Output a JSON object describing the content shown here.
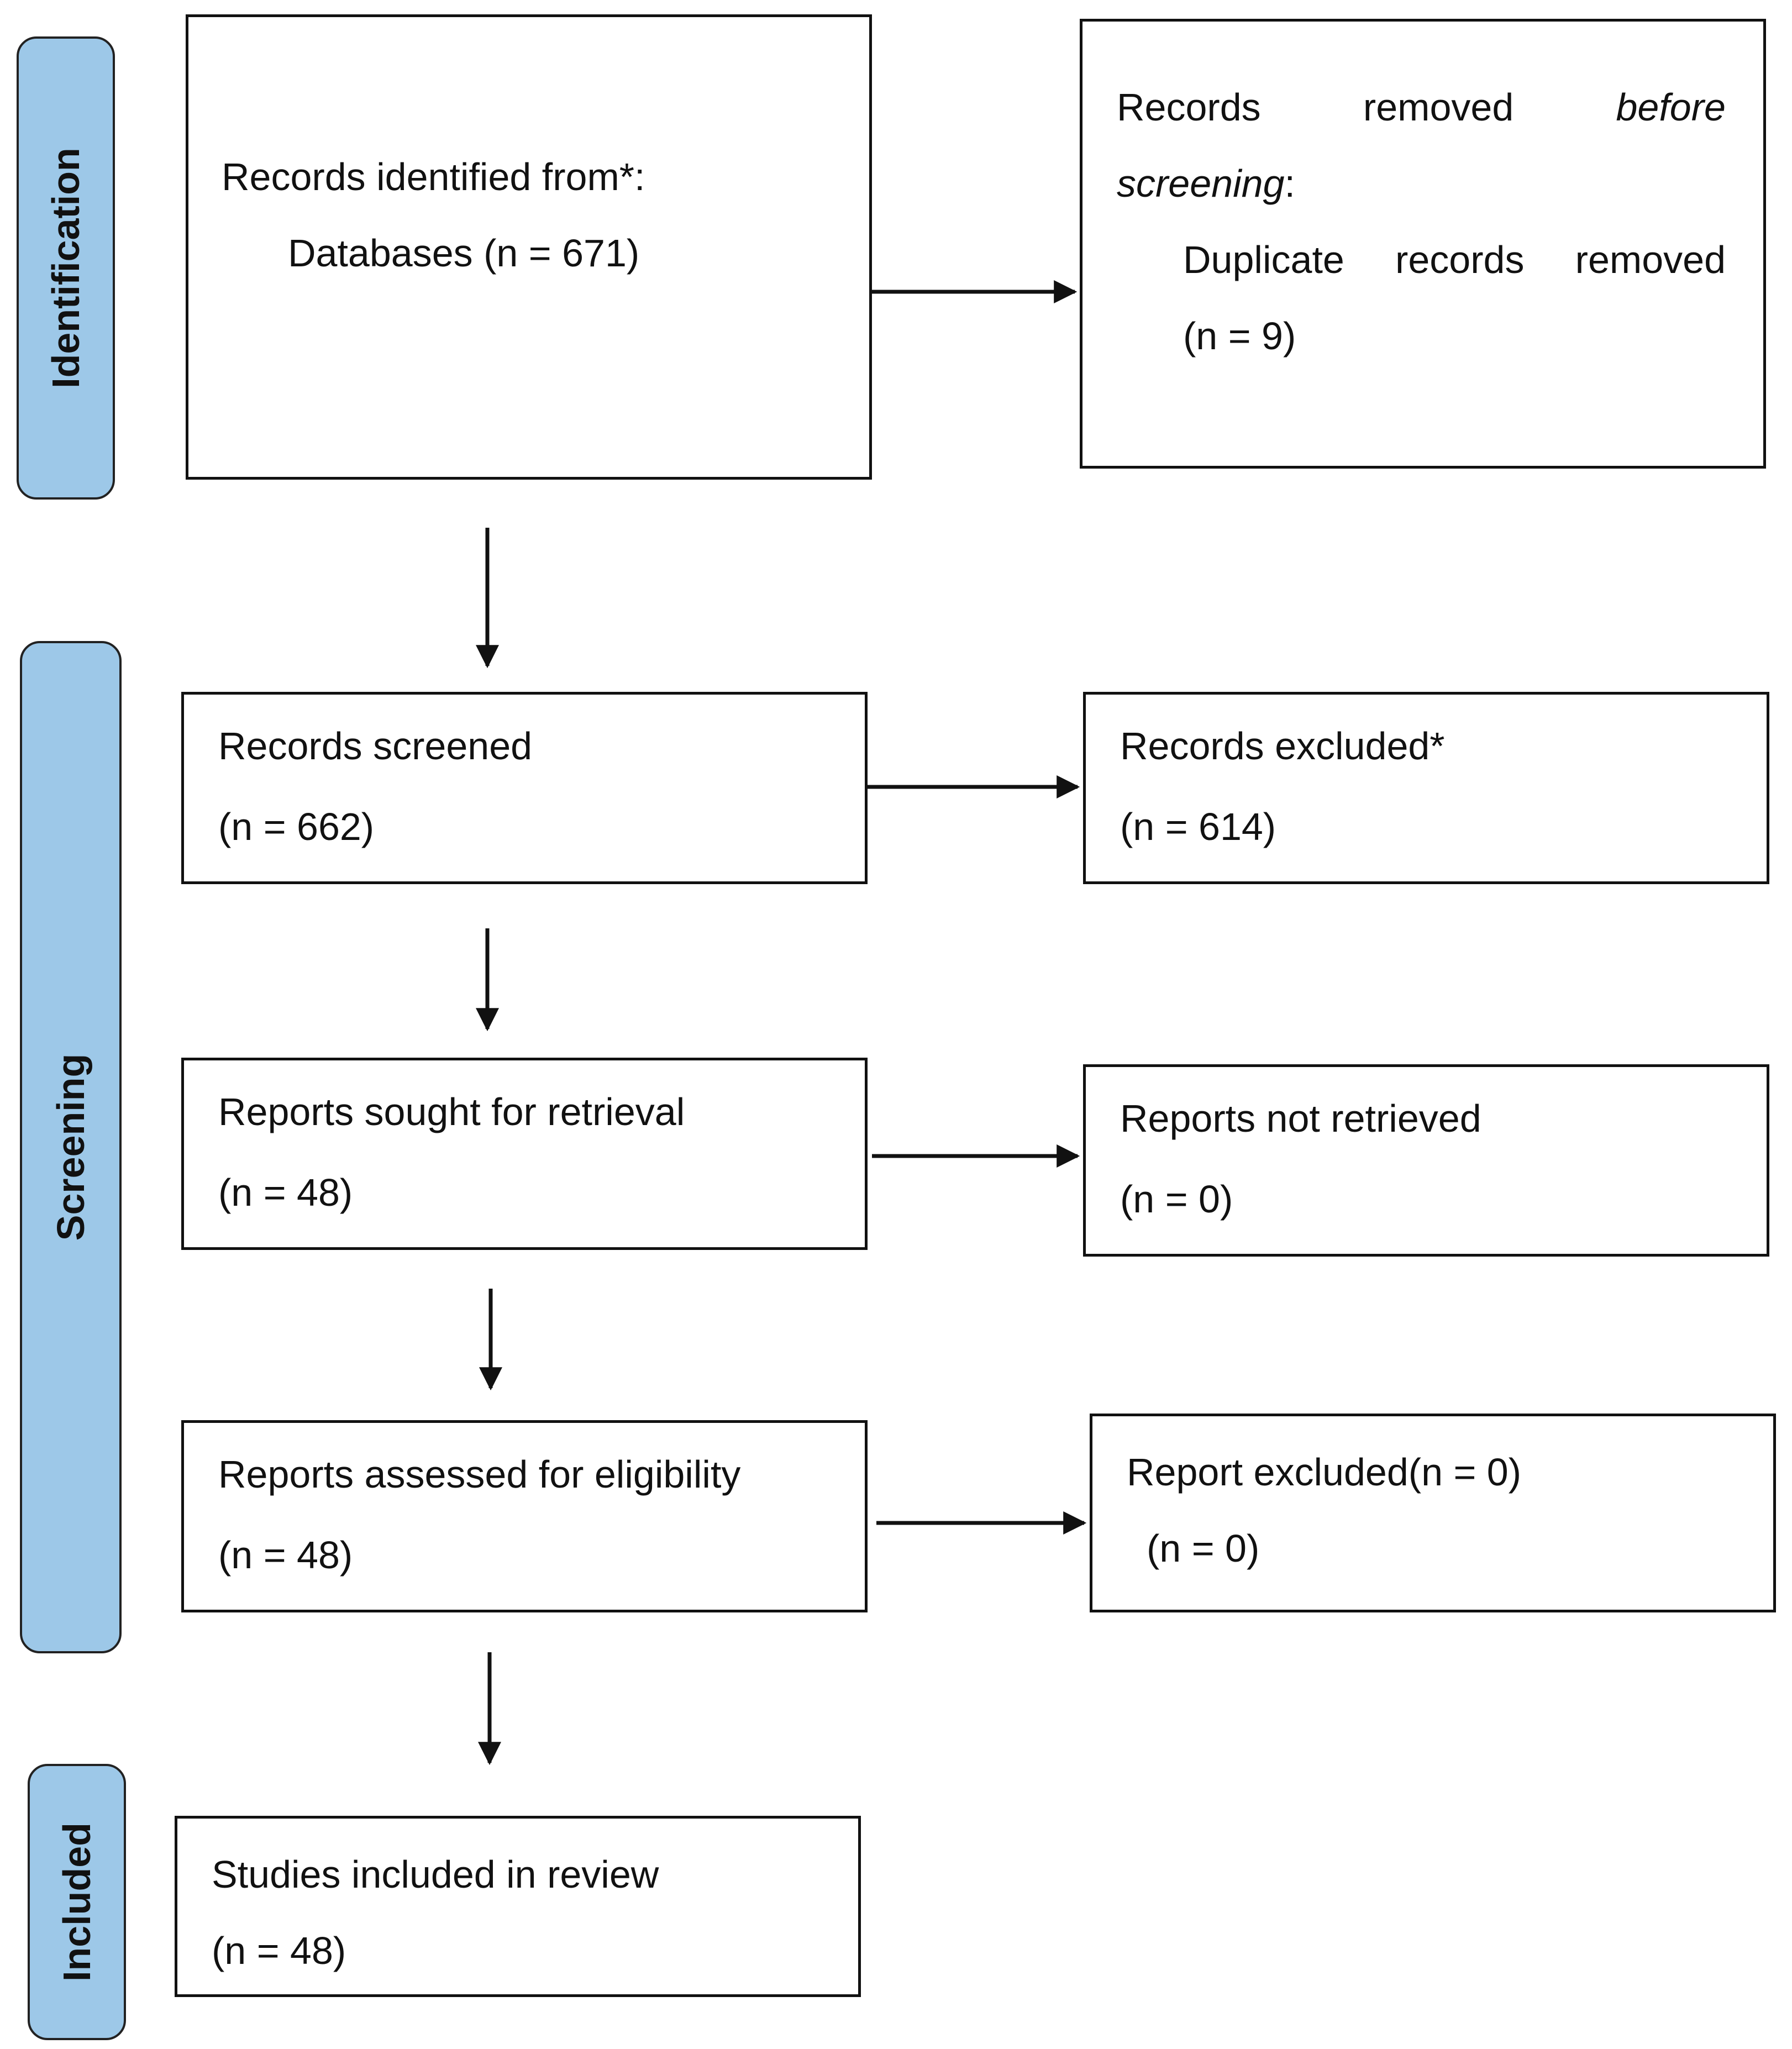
{
  "phases": {
    "identification": "Identification",
    "screening": "Screening",
    "included": "Included"
  },
  "boxes": {
    "identified": {
      "line1": "Records identified from*:",
      "line2": "Databases (n = 671)"
    },
    "removed": {
      "row1": [
        "Records",
        "removed",
        "before"
      ],
      "row2": "screening",
      "row2_suffix": ":",
      "row3": [
        "Duplicate",
        "records",
        "removed"
      ],
      "row4": "(n = 9)"
    },
    "screened": {
      "label": "Records screened",
      "count": "(n = 662)"
    },
    "excluded": {
      "label": "Records excluded*",
      "count": "(n = 614)"
    },
    "sought": {
      "label": "Reports sought for retrieval",
      "count": "(n = 48)"
    },
    "not_retrieved": {
      "label": "Reports not retrieved",
      "count": "(n = 0)"
    },
    "assessed": {
      "label": "Reports assessed for eligibility",
      "count": "(n = 48)"
    },
    "report_excluded": {
      "label": "Report excluded(n = 0)",
      "count": "(n = 0)"
    },
    "included": {
      "label": "Studies included in review",
      "count": "(n = 48)"
    }
  }
}
